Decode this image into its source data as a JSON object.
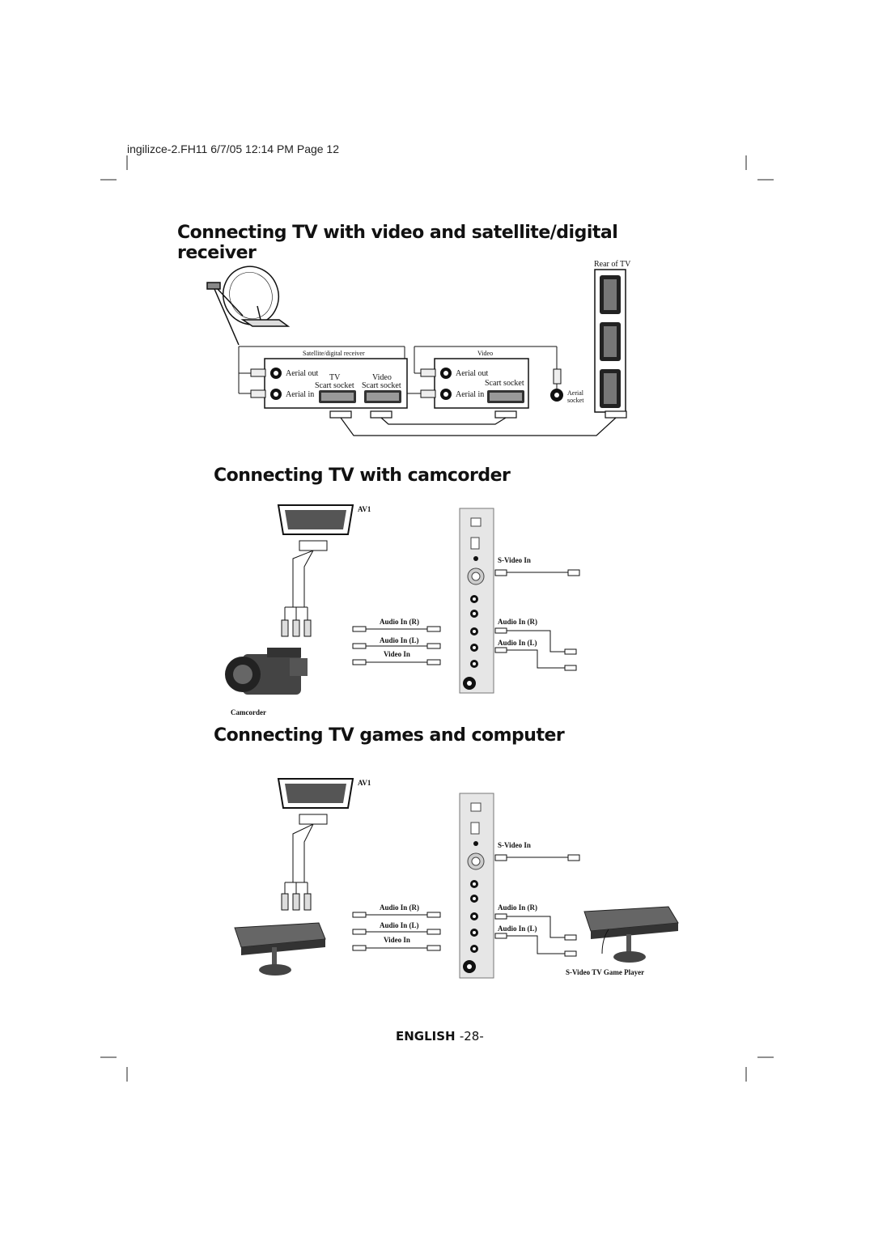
{
  "header": {
    "print_line": "ingilizce-2.FH11 6/7/05 12:14 PM Page 12"
  },
  "sections": {
    "satellite": {
      "title_line1": "Connecting TV with video and satellite/digital",
      "title_line2": "receiver",
      "rear_of_tv": "Rear of TV",
      "receiver_label": "Satellite/digital receiver",
      "video_label": "Video",
      "aerial_out": "Aerial out",
      "aerial_in": "Aerial in",
      "tv": "TV",
      "video_word": "Video",
      "scart_socket": "Scart socket",
      "aerial_word": "Aerial",
      "socket_word": "socket"
    },
    "camcorder": {
      "title": "Connecting TV with camcorder",
      "av1": "AV1",
      "audio_in_r": "Audio In (R)",
      "audio_in_l": "Audio In (L)",
      "video_in": "Video In",
      "s_video_in": "S-Video In",
      "camcorder_label": "Camcorder"
    },
    "games": {
      "title": "Connecting TV games and computer",
      "av1": "AV1",
      "audio_in_r": "Audio In (R)",
      "audio_in_l": "Audio In (L)",
      "video_in": "Video In",
      "s_video_in": "S-Video In",
      "player_label": "S-Video TV Game Player"
    }
  },
  "footer": {
    "language": "ENGLISH",
    "page": "-28-"
  }
}
